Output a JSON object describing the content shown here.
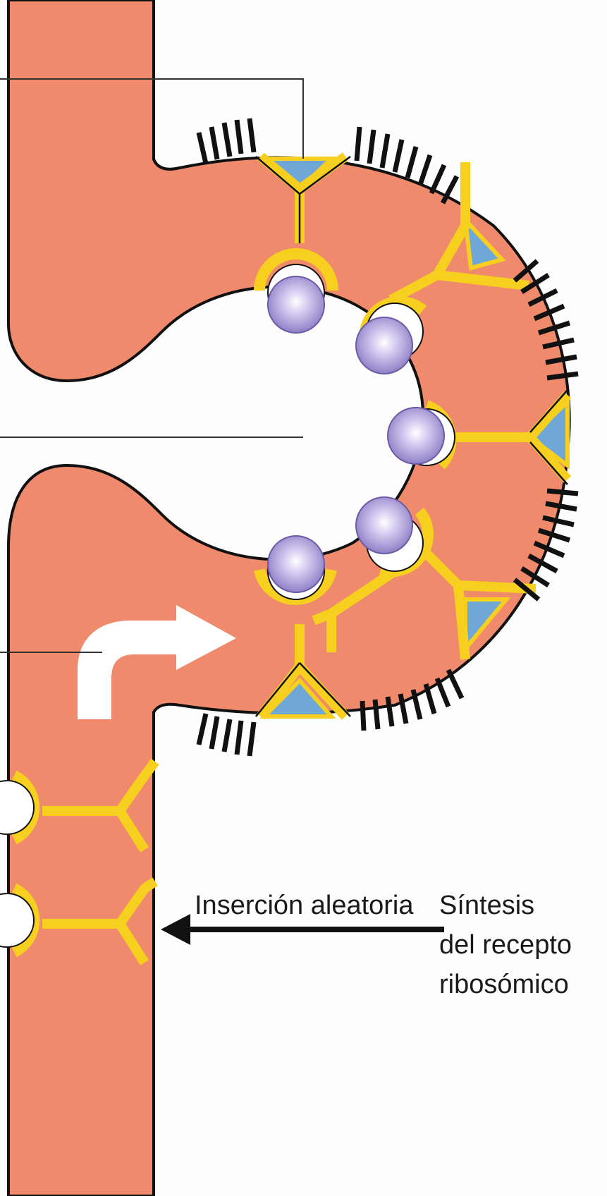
{
  "labels": {
    "random_insertion": "Inserción aleatoria",
    "synthesis_line1": "Síntesis",
    "synthesis_line2": "del recepto",
    "synthesis_line3": "ribosómico"
  },
  "colors": {
    "wall": "#ef8b6c",
    "yellow": "#f6cf1f",
    "blue": "#6fa7d6",
    "sphere": "#b4a6e0",
    "outline": "#111111"
  }
}
